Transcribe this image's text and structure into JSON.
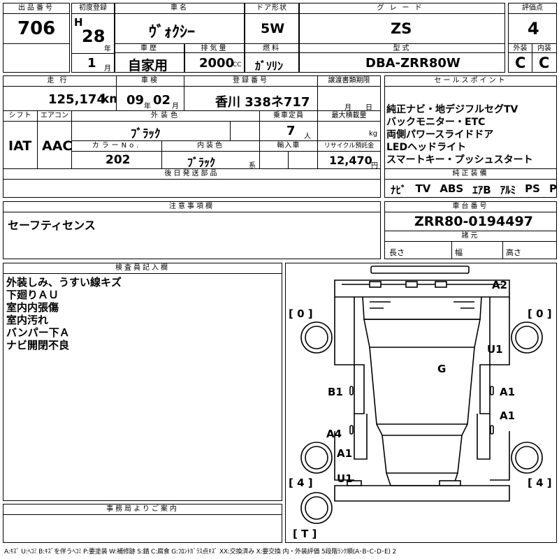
{
  "header": {
    "lot_no_label": "出品番号",
    "lot_no": "706",
    "first_reg_label": "初度登録",
    "era": "H",
    "year": "28",
    "year_unit": "年",
    "month": "1",
    "month_unit": "月",
    "car_name_label": "車名",
    "car_name": "ｳﾞｫｸｼｰ",
    "door_label": "ドア形状",
    "door": "5W",
    "grade_label": "グレード",
    "grade": "ZS",
    "score_label": "評価点",
    "score": "4",
    "history_label": "車歴",
    "history": "自家用",
    "displacement_label": "排気量",
    "displacement": "2000",
    "displacement_unit": "CC",
    "fuel_label": "燃料",
    "fuel": "ｶﾞｿﾘﾝ",
    "model_label": "型式",
    "model": "DBA-ZRR80W",
    "exterior_label": "外装",
    "exterior": "C",
    "interior_label": "内装",
    "interior": "C"
  },
  "mid": {
    "mileage_label": "走行",
    "mileage": "125,174",
    "mileage_unit": "km",
    "inspection_label": "車検",
    "insp_year": "09",
    "insp_year_unit": "年",
    "insp_month": "02",
    "insp_month_unit": "月",
    "reg_no_label": "登録番号",
    "reg_no": "香川 338ネ717",
    "transfer_label": "譲渡書類期限",
    "transfer_unit": "月　　日",
    "shift_label": "シフト",
    "shift": "IAT",
    "ac_label": "エアコン",
    "ac": "AAC",
    "color_label": "外装色",
    "color": "ﾌﾞﾗｯｸ",
    "capacity_label": "乗車定員",
    "capacity": "7",
    "capacity_unit": "人",
    "load_label": "最大積載量",
    "load_unit": "kg",
    "color_no_label": "カラーNo.",
    "color_no": "202",
    "int_color_label": "内装色",
    "int_color": "ﾌﾞﾗｯｸ",
    "int_color_unit": "系",
    "import_label": "輸入車",
    "recycle_label": "リサイクル預託金",
    "recycle": "12,470",
    "recycle_unit": "円",
    "later_parts_label": "後日発送部品"
  },
  "sales": {
    "label": "セールスポイント",
    "points": [
      "純正ナビ・地デジフルセグTV",
      "バックモニター・ETC",
      "両側パワースライドドア",
      "LEDヘッドライト",
      "スマートキー・プッシュスタート"
    ],
    "equip_label": "純正装備",
    "equip": [
      "ﾅﾋﾞ",
      "TV",
      "ABS",
      "ｴｱB",
      "ｱﾙﾐ",
      "PS",
      "PW"
    ]
  },
  "notes": {
    "label": "注意事項欄",
    "text": "セーフティセンス",
    "chassis_label": "車台番号",
    "chassis": "ZRR80-0194497",
    "spec_label": "諸元",
    "length_label": "長さ",
    "width_label": "幅",
    "height_label": "高さ"
  },
  "inspector": {
    "label": "検査員記入欄",
    "lines": [
      "外装しみ、うすい線キズ",
      "下廻りＡＵ",
      "室内内張傷",
      "室内汚れ",
      "バンパー下Ａ",
      "ナビ開閉不良"
    ]
  },
  "diagram_marks": {
    "front_bumper": "A2",
    "front_right": "U1",
    "roof": "G",
    "left_front_door": "B1",
    "right_front_door": "A1",
    "right_rear_door": "A1",
    "left_rear_door": "A4",
    "left_rear_quarter": "A1",
    "left_rear": "U1"
  },
  "tires": {
    "front_left": "0",
    "front_right": "0",
    "rear_left": "4",
    "rear_right": "4",
    "spare": "T"
  },
  "office": {
    "label": "事務局よりご案内",
    "text": ""
  },
  "legend": "A:ｷｽﾞ U:ﾍｺﾐ B:ｷｽﾞを伴うﾍｺﾐ P:要塗装 W:補修跡 S:錆 C:腐食 G:ﾌﾛﾝﾄｶﾞﾗｽ点ｷｽﾞ XX:交換済み X:要交換 内・外装評価 5段階ﾗﾝｸ順(A･B･C･D･E) 2"
}
